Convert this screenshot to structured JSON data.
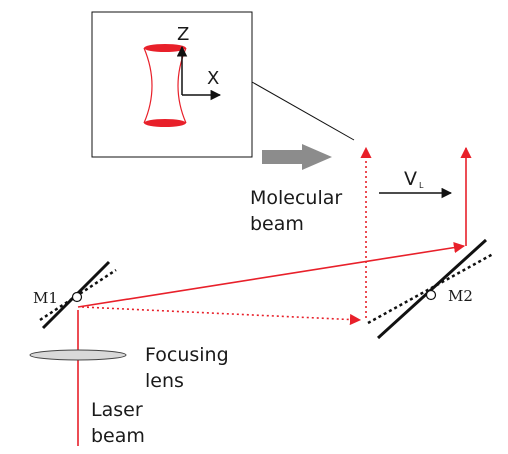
{
  "inset": {
    "axis_z": "Z",
    "axis_x": "X"
  },
  "labels": {
    "molecular_beam": [
      "Molecular",
      "beam"
    ],
    "velocity": "V",
    "velocity_sub": "L",
    "m1": "M1",
    "m2": "M2",
    "focusing_lens": [
      "Focusing",
      "lens"
    ],
    "laser_beam": [
      "Laser",
      "beam"
    ]
  },
  "colors": {
    "laser": "#e8202a",
    "mirror": "#111111",
    "arrow_gray": "#8c8c8c",
    "lens_fill": "#d9d9d9"
  }
}
